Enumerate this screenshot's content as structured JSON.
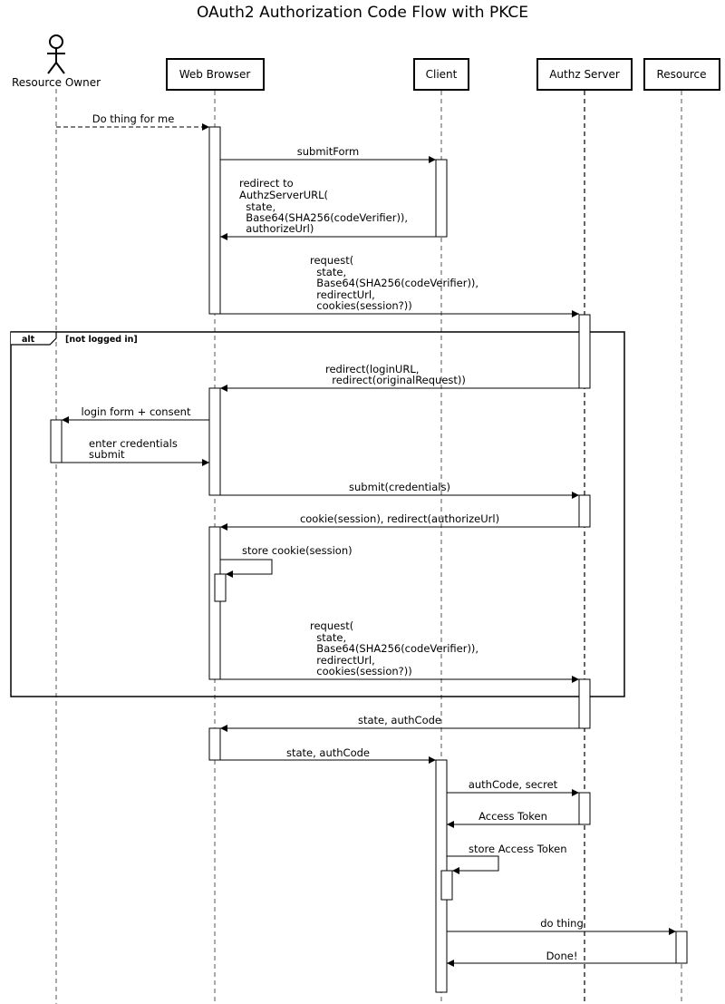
{
  "title": "OAuth2 Authorization Code Flow with PKCE",
  "participants": {
    "resource_owner": "Resource Owner",
    "web_browser": "Web Browser",
    "client": "Client",
    "authz_server": "Authz Server",
    "resource": "Resource"
  },
  "alt_frame": {
    "keyword": "alt",
    "condition": "[not logged in]"
  },
  "messages": {
    "do_thing_for_me": "Do thing for me",
    "submit_form": "submitForm",
    "redirect_to": [
      "redirect to",
      "AuthzServerURL(",
      "  state,",
      "  Base64(SHA256(codeVerifier)),",
      "  authorizeUrl)"
    ],
    "request_1": [
      "request(",
      "  state,",
      "  Base64(SHA256(codeVerifier)),",
      "  redirectUrl,",
      "  cookies(session?))"
    ],
    "redirect_login": [
      "redirect(loginURL,",
      "  redirect(originalRequest))"
    ],
    "login_form": "login form + consent",
    "enter_credentials": [
      "enter credentials",
      "submit"
    ],
    "submit_credentials": "submit(credentials)",
    "cookie_redirect": "cookie(session), redirect(authorizeUrl)",
    "store_cookie": "store cookie(session)",
    "request_2": [
      "request(",
      "  state,",
      "  Base64(SHA256(codeVerifier)),",
      "  redirectUrl,",
      "  cookies(session?))"
    ],
    "state_authcode_1": "state, authCode",
    "state_authcode_2": "state, authCode",
    "authcode_secret": "authCode, secret",
    "access_token": "Access Token",
    "store_access_token": "store Access Token",
    "do_thing": "do thing",
    "done": "Done!"
  }
}
